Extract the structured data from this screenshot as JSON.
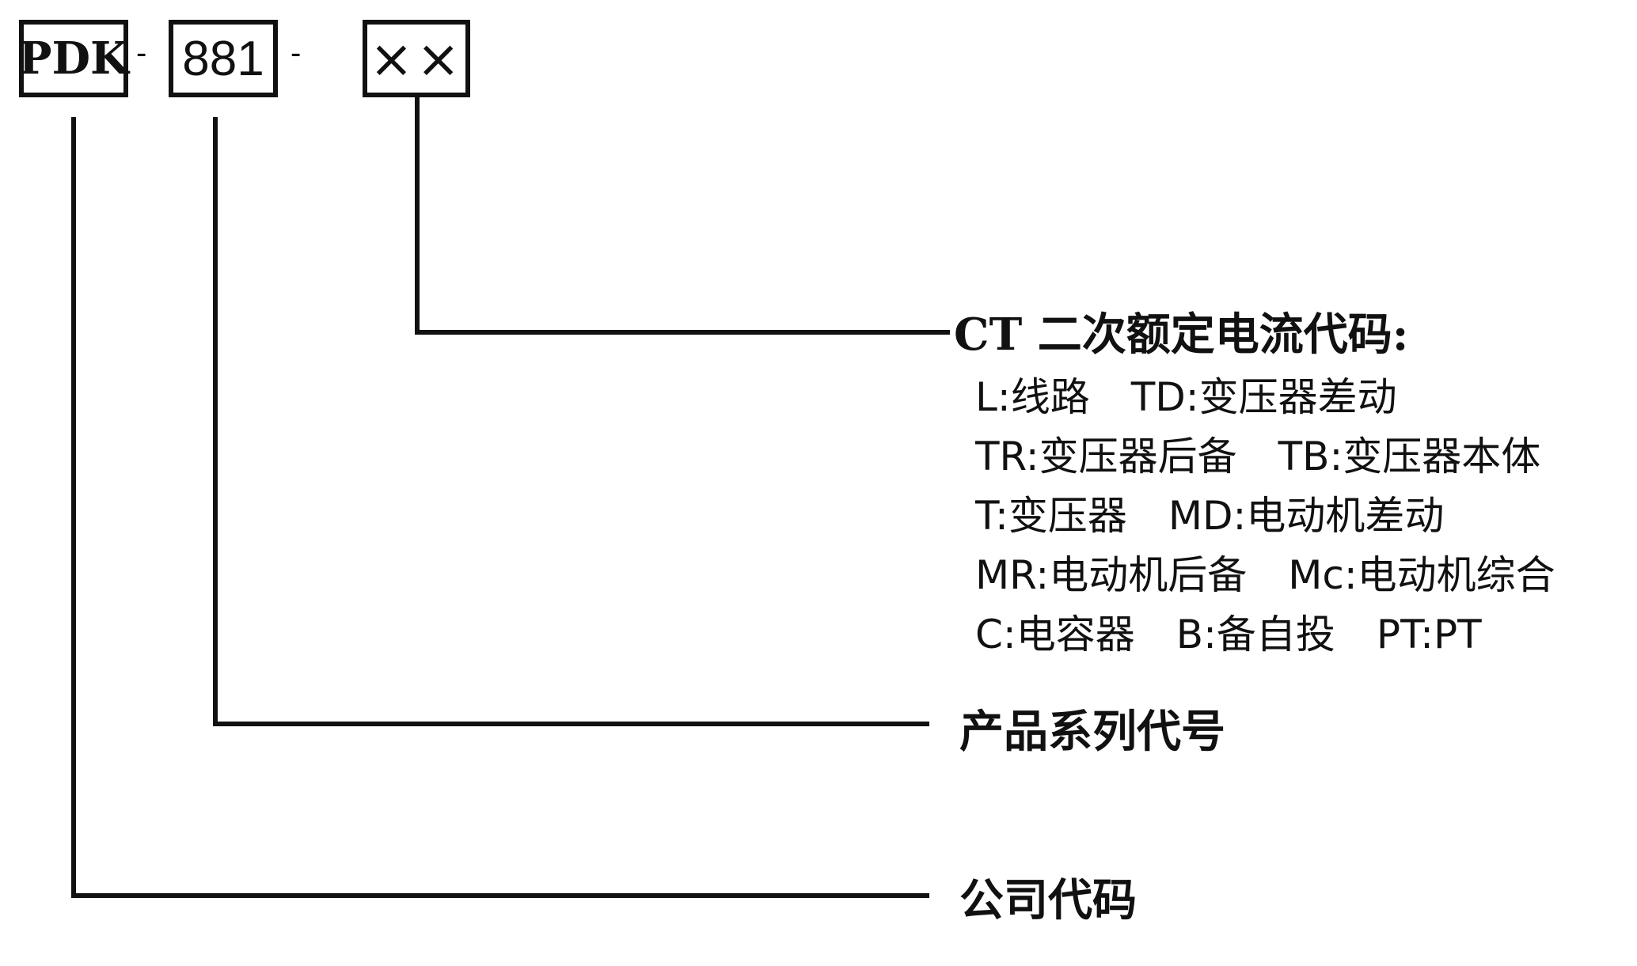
{
  "diagram": {
    "code_boxes": [
      {
        "id": "company",
        "text": "PDK"
      },
      {
        "id": "series",
        "text": "881"
      },
      {
        "id": "ct",
        "text": "××"
      }
    ],
    "separators": [
      "-",
      "-"
    ],
    "labels": {
      "ct": "CT 二次额定电流代码:",
      "series": "产品系列代号",
      "company": "公司代码"
    },
    "ct_options": [
      [
        "L:线路",
        "TD:变压器差动"
      ],
      [
        "TR:变压器后备",
        "TB:变压器本体"
      ],
      [
        "T:变压器",
        "MD:电动机差动"
      ],
      [
        "MR:电动机后备",
        "Mc:电动机综合"
      ],
      [
        "C:电容器",
        "B:备自投",
        "PT:PT"
      ]
    ],
    "colors": {
      "line": "#111111",
      "background": "#ffffff"
    }
  }
}
